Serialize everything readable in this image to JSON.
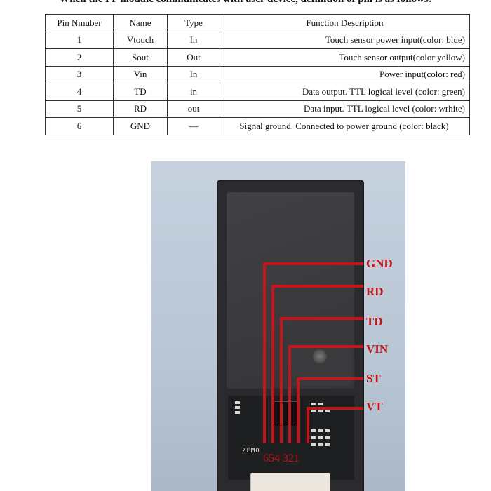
{
  "intro_text": "When the FP module communicates with user device, definition of pin is as follows:",
  "table": {
    "headers": [
      "Pin Nmuber",
      "Name",
      "Type",
      "Function Description"
    ],
    "rows": [
      [
        "1",
        "Vtouch",
        "In",
        "Touch sensor power input(color: blue)"
      ],
      [
        "2",
        "Sout",
        "Out",
        "Touch sensor output(color:yellow)"
      ],
      [
        "3",
        "Vin",
        "In",
        "Power input(color: red)"
      ],
      [
        "4",
        "TD",
        "in",
        "Data output. TTL logical level (color: green)"
      ],
      [
        "5",
        "RD",
        "out",
        "Data input. TTL logical level (color: wrhite)"
      ],
      [
        "6",
        "GND",
        "—",
        "Signal ground. Connected to power ground (color: black)"
      ]
    ]
  },
  "photo": {
    "wire_labels": [
      "GND",
      "RD",
      "TD",
      "VIN",
      "ST",
      "VT"
    ],
    "pin_numbers": "654 321",
    "pcb_marking": "ZFM0",
    "wire_color": "#c0161c"
  }
}
